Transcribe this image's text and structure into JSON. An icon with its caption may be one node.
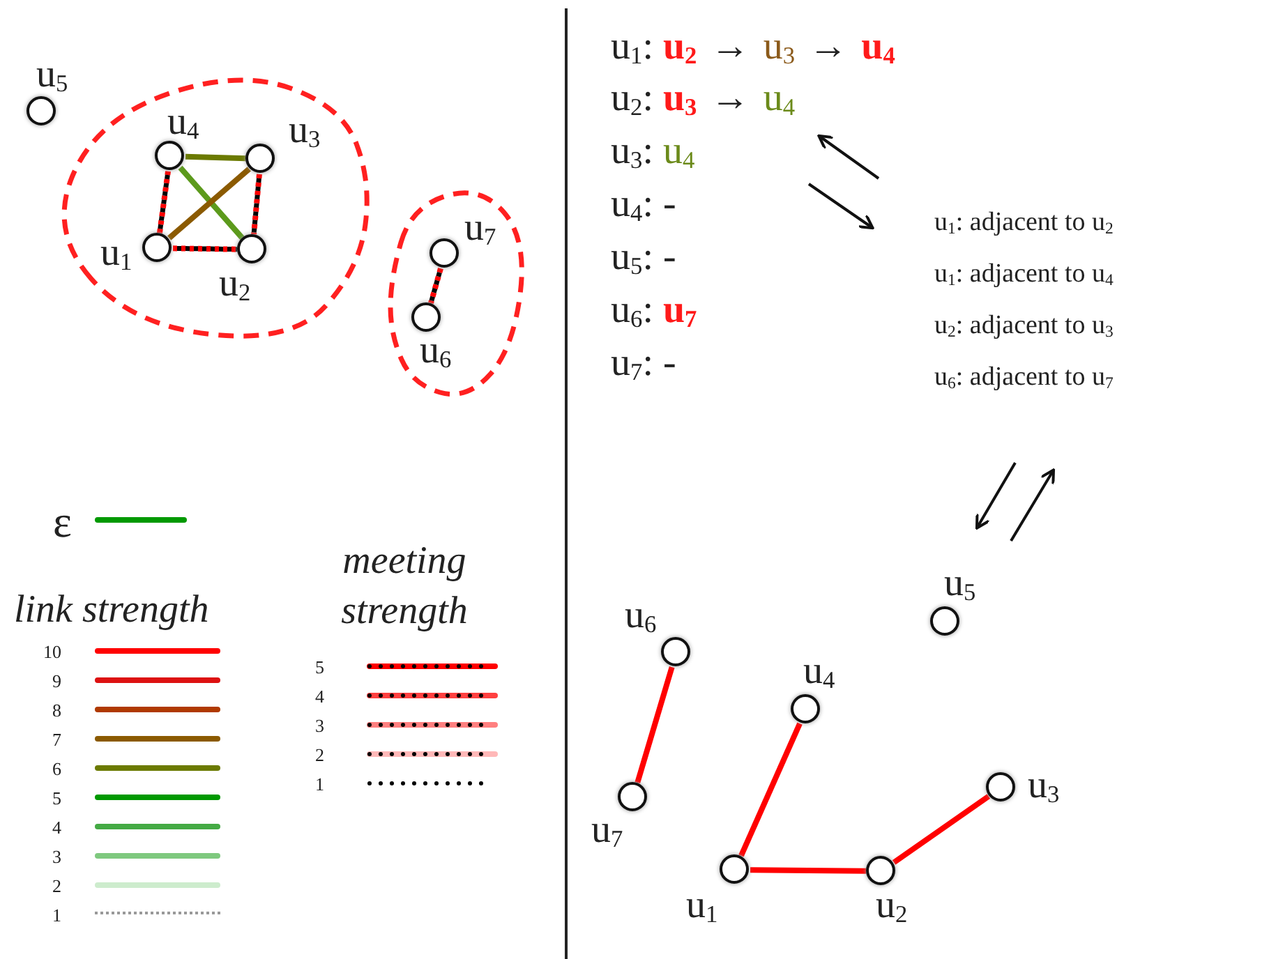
{
  "diagram": {
    "nodes": [
      {
        "text": [],
        "shape": "circle",
        "beside": [
          "u$_{5}$"
        ]
      },
      {
        "text": [],
        "shape": "blob"
      },
      {
        "text": [],
        "shape": "circle",
        "beside": [
          "u$_{4}$"
        ],
        "in": 1
      },
      {
        "text": [],
        "shape": "circle",
        "beside": [
          "u$_{3}$"
        ],
        "in": 1
      },
      {
        "text": [],
        "shape": "circle",
        "beside": [
          "u$_{1}$"
        ],
        "in": 1
      },
      {
        "text": [],
        "shape": "circle",
        "beside": [
          "u$_{2}$"
        ],
        "in": 1
      },
      {
        "text": [],
        "shape": "blob"
      },
      {
        "text": [],
        "shape": "circle",
        "beside": [
          "u$_{7}$"
        ],
        "in": 6
      },
      {
        "text": [],
        "shape": "circle",
        "beside": [
          "u$_{6}$"
        ],
        "in": 6
      },
      {
        "text": [],
        "shape": "circle",
        "beside": [
          "u$_{6}$"
        ]
      },
      {
        "text": [],
        "shape": "circle",
        "beside": [
          "u$_{5}$"
        ]
      },
      {
        "text": [],
        "shape": "circle",
        "beside": [
          "u$_{4}$"
        ]
      },
      {
        "text": [],
        "shape": "circle",
        "beside": [
          "u$_{7}$"
        ]
      },
      {
        "text": [],
        "shape": "circle",
        "beside": [
          "u$_{3}$"
        ]
      },
      {
        "text": [],
        "shape": "circle",
        "beside": [
          "u$_{1}$"
        ]
      },
      {
        "text": [],
        "shape": "circle",
        "beside": [
          "u$_{2}$"
        ]
      }
    ],
    "edges": [
      {
        "from": 4,
        "to": 2,
        "arrow": "none",
        "style": "dashed",
        "color": "#ff0000"
      },
      {
        "from": 2,
        "to": 3,
        "arrow": "none",
        "color": "#6b7a00"
      },
      {
        "from": 2,
        "to": 5,
        "arrow": "none",
        "color": "#5c9a1c"
      },
      {
        "from": 4,
        "to": 3,
        "arrow": "none",
        "color": "#8b5a00"
      },
      {
        "from": 3,
        "to": 5,
        "arrow": "none",
        "style": "dashed",
        "color": "#ff0000"
      },
      {
        "from": 4,
        "to": 5,
        "arrow": "none",
        "style": "dashed",
        "color": "#ff0000"
      },
      {
        "from": 7,
        "to": 8,
        "arrow": "none",
        "style": "dashed",
        "color": "#ff0000"
      },
      {
        "from": 9,
        "to": 12,
        "arrow": "none",
        "color": "#ff0000"
      },
      {
        "from": 11,
        "to": 14,
        "arrow": "none",
        "color": "#ff0000"
      },
      {
        "from": 14,
        "to": 15,
        "arrow": "none",
        "color": "#ff0000"
      },
      {
        "from": 15,
        "to": 13,
        "arrow": "none",
        "color": "#ff0000"
      }
    ],
    "labels": [
      "u$_{1}$: **u$_{2}$** → u$_{3}$ → **u$_{4}$**",
      "u$_{2}$: **u$_{3}$** → u$_{4}$",
      "u$_{3}$: u$_{4}$",
      "u$_{4}$: -",
      "u$_{5}$: -",
      "u$_{6}$: **u$_{7}$**",
      "u$_{7}$: -",
      "u$_{1}$: adjacent to u$_{2}$",
      "u$_{1}$: adjacent to u$_{4}$",
      "u$_{2}$: adjacent to u$_{3}$",
      "u$_{6}$: adjacent to u$_{7}$",
      "meeting strength",
      "link strength"
    ],
    "legend": [
      {
        "text": "ε",
        "color": "#009900"
      },
      {
        "text": "10",
        "color": "#ff0000"
      },
      {
        "text": "9",
        "color": "#dd1111"
      },
      {
        "text": "8",
        "color": "#b03a00"
      },
      {
        "text": "7",
        "color": "#8b5a00"
      },
      {
        "text": "6",
        "color": "#6b7a00"
      },
      {
        "text": "5",
        "color": "#009900"
      },
      {
        "text": "4",
        "color": "#44aa44"
      },
      {
        "text": "3",
        "color": "#7fc97f"
      },
      {
        "text": "2",
        "color": "#cdeccd"
      },
      {
        "text": "1",
        "color": "#999999"
      },
      {
        "text": "5"
      },
      {
        "text": "4"
      },
      {
        "text": "3"
      },
      {
        "text": "2"
      },
      {
        "text": "1"
      }
    ]
  }
}
